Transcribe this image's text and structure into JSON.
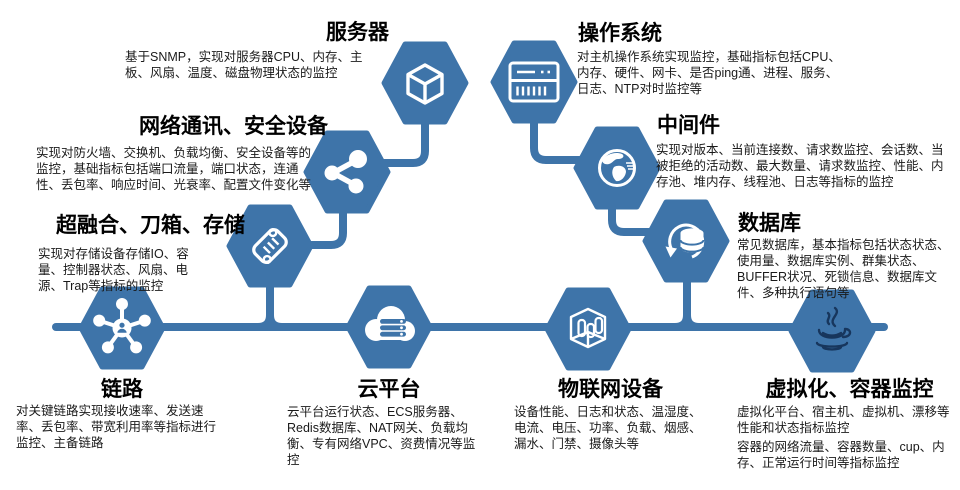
{
  "colors": {
    "accent": "#3E74A9",
    "java_icon": "#17365D",
    "text": "#1A1A1A"
  },
  "nodes": [
    {
      "id": "server",
      "title": "服务器",
      "icon": "cube-3d-icon",
      "desc": "基于SNMP，实现对服务器CPU、内存、主板、风扇、温度、磁盘物理状态的监控"
    },
    {
      "id": "os",
      "title": "操作系统",
      "icon": "server-rack-icon",
      "desc": "对主机操作系统实现监控，基础指标包括CPU、内存、硬件、网卡、是否ping通、进程、服务、日志、NTP对时监控等"
    },
    {
      "id": "network",
      "title": "网络通讯、安全设备",
      "icon": "share-nodes-icon",
      "desc": "实现对防火墙、交换机、负载均衡、安全设备等的监控，基础指标包括端口流量，端口状态，连通性、丢包率、响应时间、光衰率、配置文件变化等"
    },
    {
      "id": "middleware",
      "title": "中间件",
      "icon": "globe-icon",
      "desc": "实现对版本、当前连接数、请求数监控、会话数、当被拒绝的活动数、最大数量、请求数监控、性能、内存池、堆内存、线程池、日志等指标的监控"
    },
    {
      "id": "hci",
      "title": "超融合、刀箱、存储",
      "icon": "scroll-document-icon",
      "desc": "实现对存储设备存储IO、容量、控制器状态、风扇、电源、Trap等指标的监控"
    },
    {
      "id": "database",
      "title": "数据库",
      "icon": "database-refresh-icon",
      "desc": "常见数据库，基本指标包括状态状态、使用量、数据库实例、群集状态、BUFFER状况、死锁信息、数据库文件、多种执行语句等"
    },
    {
      "id": "link",
      "title": "链路",
      "icon": "hub-network-icon",
      "desc": "对关键链路实现接收速率、发送速率、丢包率、带宽利用率等指标进行监控、主备链路"
    },
    {
      "id": "cloud",
      "title": "云平台",
      "icon": "cloud-server-icon",
      "desc": "云平台运行状态、ECS服务器、Redis数据库、NAT网关、负载均衡、专有网络VPC、资费情况等监控"
    },
    {
      "id": "iot",
      "title": "物联网设备",
      "icon": "iot-box-chart-icon",
      "desc": "设备性能、日志和状态、温湿度、电流、电压、功率、负载、烟感、漏水、门禁、摄像头等"
    },
    {
      "id": "virtualization",
      "title": "虚拟化、容器监控",
      "icon": "java-cup-icon",
      "desc": "虚拟化平台、宿主机、虚拟机、漂移等性能和状态指标监控",
      "desc2": "容器的网络流量、容器数量、cup、内存、正常运行时间等指标监控"
    }
  ]
}
